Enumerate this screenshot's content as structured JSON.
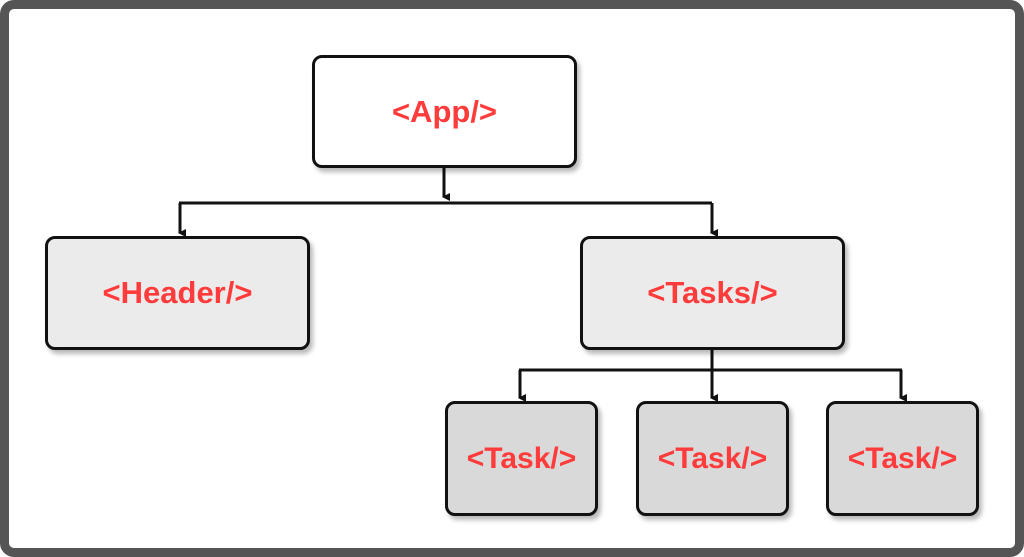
{
  "diagram": {
    "nodes": {
      "app": {
        "label": "<App/>"
      },
      "header": {
        "label": "<Header/>"
      },
      "tasks": {
        "label": "<Tasks/>"
      },
      "task_1": {
        "label": "<Task/>"
      },
      "task_2": {
        "label": "<Task/>"
      },
      "task_3": {
        "label": "<Task/>"
      }
    },
    "edges": [
      {
        "from": "app",
        "to": "header"
      },
      {
        "from": "app",
        "to": "tasks"
      },
      {
        "from": "tasks",
        "to": "task_1"
      },
      {
        "from": "tasks",
        "to": "task_2"
      },
      {
        "from": "tasks",
        "to": "task_3"
      }
    ]
  },
  "colors": {
    "label_text": "#ff3b3b",
    "border": "#111111",
    "frame": "#555555",
    "root_fill": "#ffffff",
    "level1_fill": "#ebebeb",
    "level2_fill": "#d9d9d9"
  }
}
